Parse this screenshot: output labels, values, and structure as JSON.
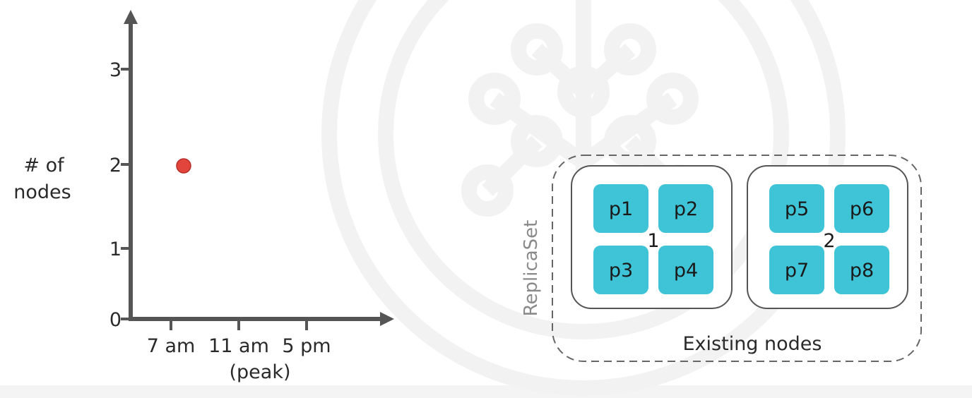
{
  "chart_data": {
    "type": "scatter",
    "ylabel_lines": [
      "# of",
      "nodes"
    ],
    "y_ticks": [
      "0",
      "1",
      "2",
      "3"
    ],
    "x_ticks": [
      "7 am",
      "11 am",
      "5 pm"
    ],
    "x_tick_sublabels": [
      "",
      "(peak)",
      ""
    ],
    "points": [
      {
        "x": "7 am",
        "y": 2
      }
    ],
    "point_color": "#e2453c",
    "axis_color": "#555555"
  },
  "diagram": {
    "group_label": "ReplicaSet",
    "caption": "Existing nodes",
    "pod_color": "#3ec4d6",
    "nodes": [
      {
        "number": "1",
        "pods": [
          "p1",
          "p2",
          "p3",
          "p4"
        ]
      },
      {
        "number": "2",
        "pods": [
          "p5",
          "p6",
          "p7",
          "p8"
        ]
      }
    ]
  }
}
